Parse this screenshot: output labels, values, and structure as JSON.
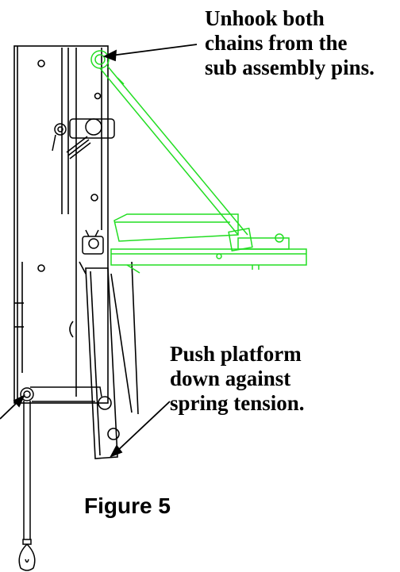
{
  "callouts": {
    "top": [
      "Unhook both",
      "chains from the",
      "sub assembly pins."
    ],
    "middle": [
      "Push platform",
      "down against",
      "spring tension."
    ]
  },
  "caption": "Figure 5",
  "colors": {
    "line": "#000000",
    "highlight": "#22dd22",
    "background": "#ffffff"
  }
}
